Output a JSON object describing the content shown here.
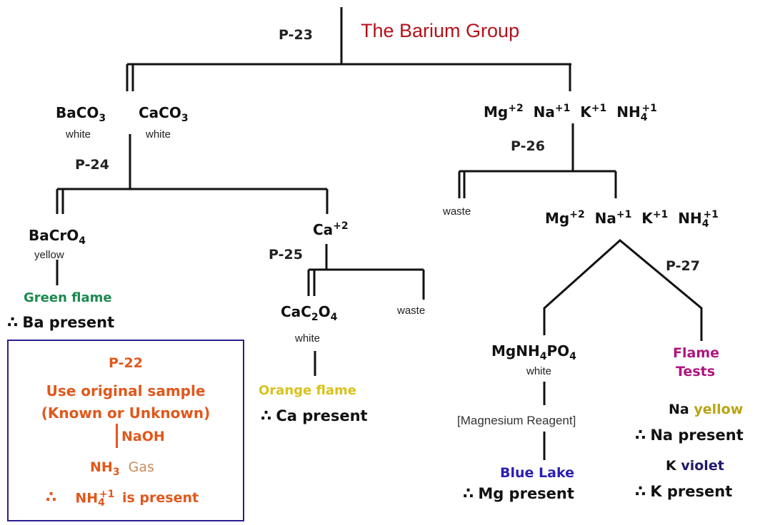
{
  "title": "The Barium Group",
  "colors": {
    "title": "#b3121b",
    "green_flame": "#1a8a4e",
    "orange_flame": "#d8c21a",
    "blue_lake": "#2a1fb0",
    "flame_tests": "#b0157e",
    "na_yellow": "#b9a512",
    "k_violet": "#1f1a6a",
    "p22_text": "#e0581c",
    "box_border": "#2a1f8f"
  },
  "steps": {
    "p23": "P-23",
    "p24": "P-24",
    "p25": "P-25",
    "p26": "P-26",
    "p27": "P-27"
  },
  "left": {
    "baco3": {
      "base": "BaCO",
      "sub": "3",
      "color": "white"
    },
    "caco3": {
      "base": "CaCO",
      "sub": "3",
      "color": "white"
    },
    "bacro4": {
      "base": "BaCrO",
      "sub": "4",
      "color": "yellow"
    },
    "green_flame": "Green flame",
    "ba_present": "Ba present",
    "ca_ion": {
      "base": "Ca",
      "sup": "+2"
    },
    "cac2o4": {
      "a": "CaC",
      "s1": "2",
      "b": "O",
      "s2": "4",
      "color": "white"
    },
    "waste": "waste",
    "orange_flame": "Orange flame",
    "ca_present": "Ca present"
  },
  "right": {
    "ions_top": [
      {
        "base": "Mg",
        "sup": "+2"
      },
      {
        "base": "Na",
        "sup": "+1"
      },
      {
        "base": "K",
        "sup": "+1"
      },
      {
        "base": "NH",
        "sub": "4",
        "sup": "+1"
      }
    ],
    "waste": "waste",
    "ions_mid": [
      {
        "base": "Mg",
        "sup": "+2"
      },
      {
        "base": "Na",
        "sup": "+1"
      },
      {
        "base": "K",
        "sup": "+1"
      },
      {
        "base": "NH",
        "sub": "4",
        "sup": "+1"
      }
    ],
    "mgnh4po4": {
      "a": "MgNH",
      "s1": "4",
      "b": "PO",
      "s2": "4",
      "color": "white"
    },
    "reagent": "[Magnesium Reagent]",
    "blue_lake": "Blue Lake",
    "mg_present": "Mg present",
    "flame_tests_1": "Flame",
    "flame_tests_2": "Tests",
    "na": "Na",
    "na_color": "yellow",
    "na_present": "Na present",
    "k": "K",
    "k_color": "violet",
    "k_present": "K present"
  },
  "box": {
    "step": "P-22",
    "line1": "Use original sample",
    "line2": "(Known or Unknown)",
    "reagent": "NaOH",
    "nh3_base": "NH",
    "nh3_sub": "3",
    "gas": "Gas",
    "nh4_base": "NH",
    "nh4_sub": "4",
    "nh4_sup": "+1",
    "is_present": "is present"
  },
  "therefore_symbol": "∴"
}
